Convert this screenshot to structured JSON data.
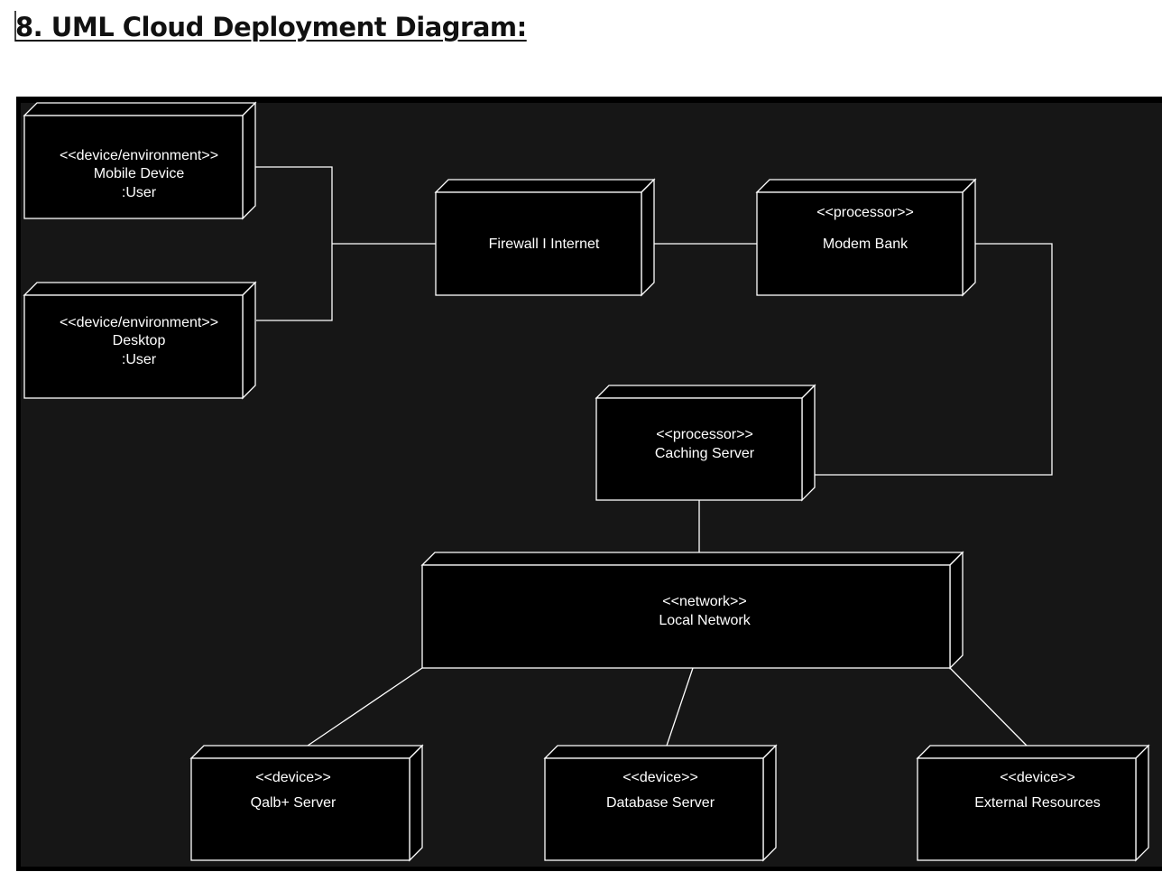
{
  "page": {
    "heading": "8. UML Cloud Deployment Diagram:"
  },
  "diagram": {
    "nodes": {
      "mobile_device": {
        "stereotype": "<<device/environment>>",
        "name": "Mobile Device",
        "instance": ":User"
      },
      "desktop": {
        "stereotype": "<<device/environment>>",
        "name": "Desktop",
        "instance": ":User"
      },
      "firewall": {
        "name": "Firewall I Internet"
      },
      "modem_bank": {
        "stereotype": "<<processor>>",
        "name": "Modem Bank"
      },
      "caching_server": {
        "stereotype": "<<processor>>",
        "name": "Caching Server"
      },
      "local_network": {
        "stereotype": "<<network>>",
        "name": "Local Network"
      },
      "qalb_server": {
        "stereotype": "<<device>>",
        "name": "Qalb+ Server"
      },
      "database_server": {
        "stereotype": "<<device>>",
        "name": "Database Server"
      },
      "external_resources": {
        "stereotype": "<<device>>",
        "name": "External Resources"
      }
    },
    "colors": {
      "background": "#161616",
      "node_fill": "#000000",
      "stroke": "#ffffff",
      "text": "#ffffff"
    }
  }
}
